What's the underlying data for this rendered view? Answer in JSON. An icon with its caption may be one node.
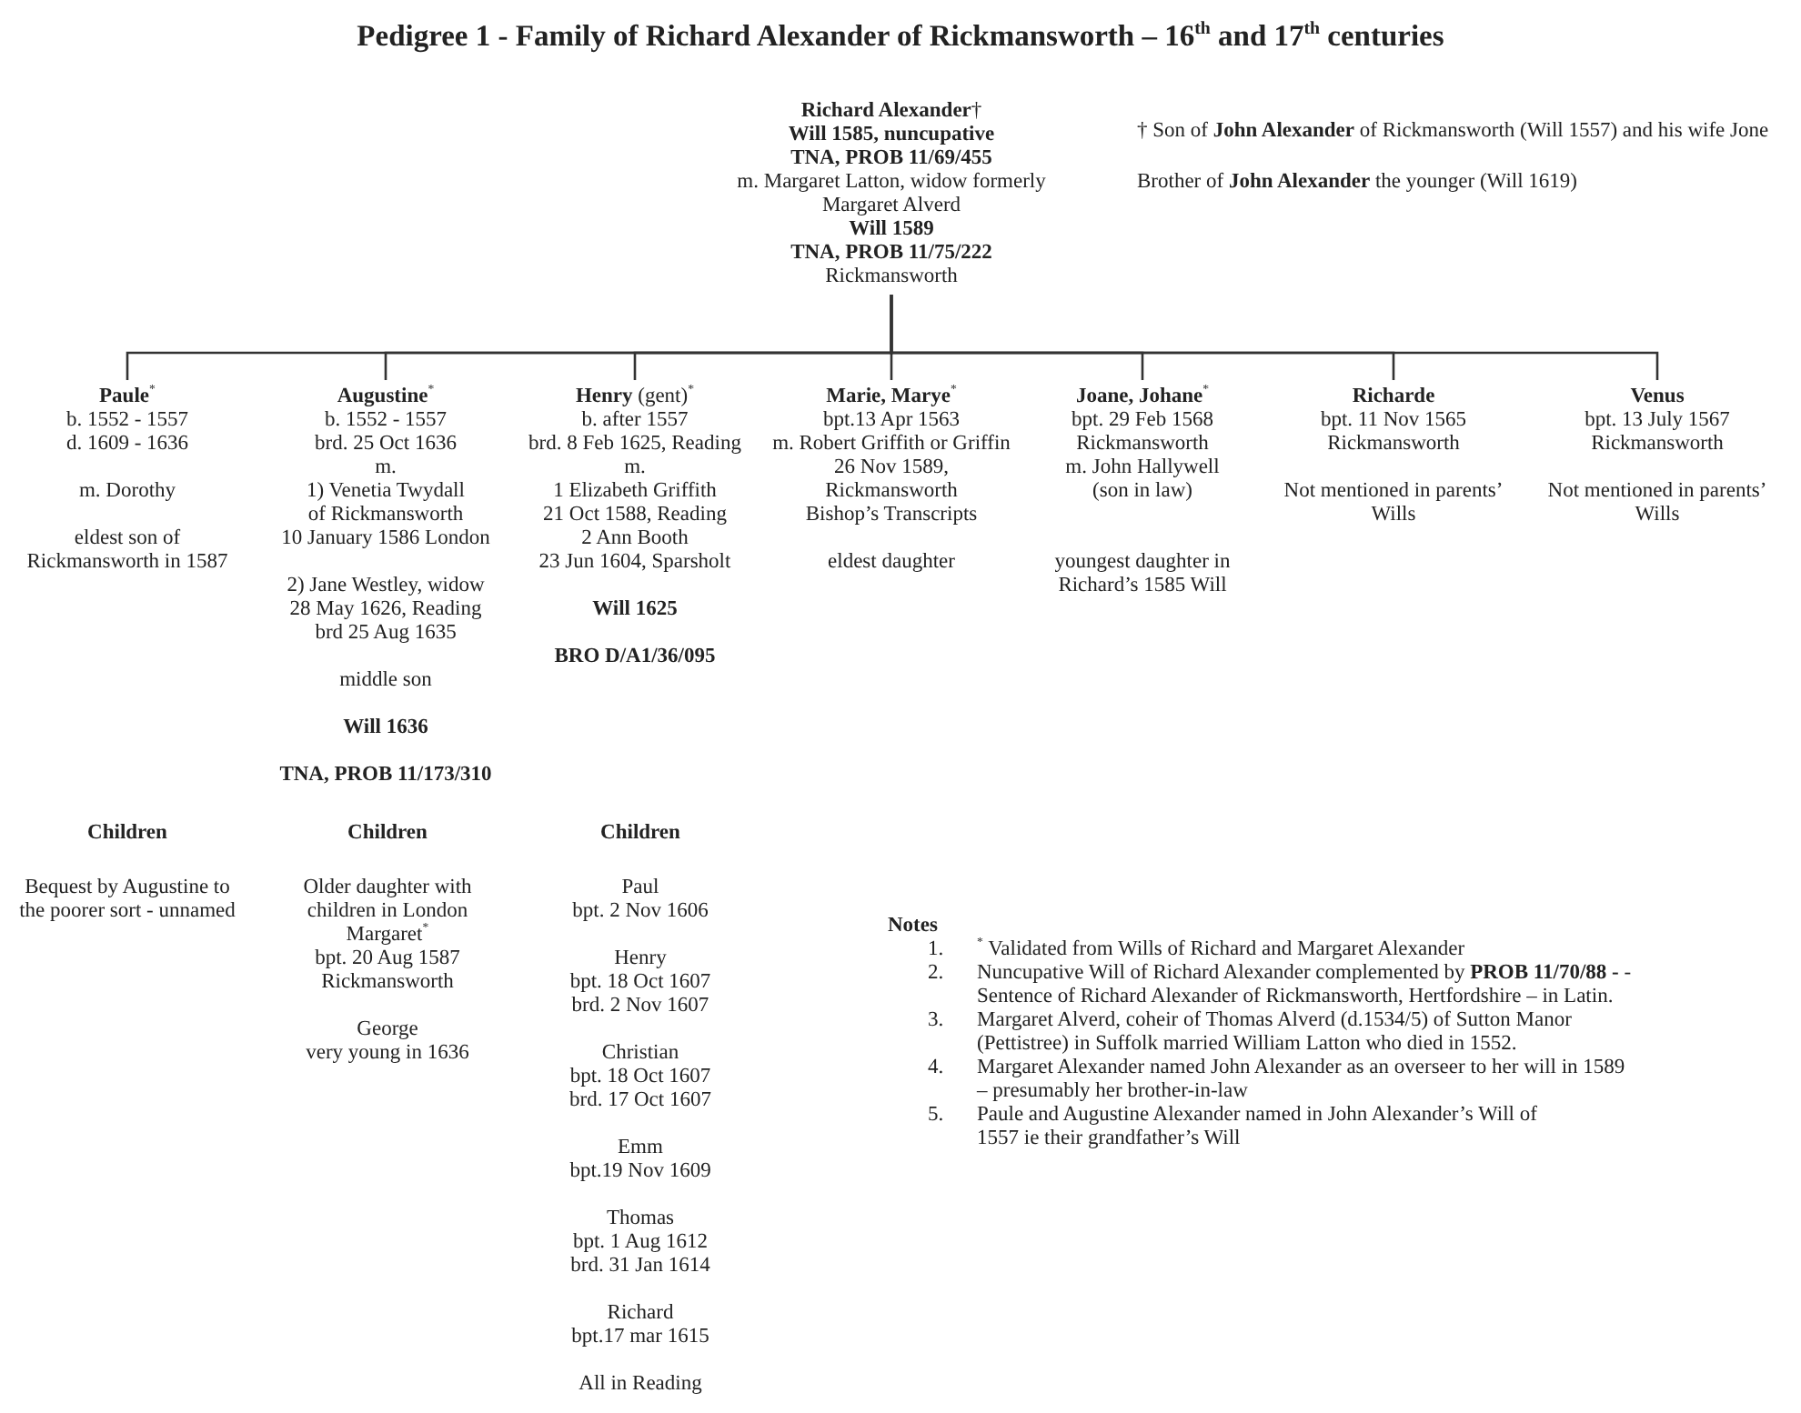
{
  "diagram": {
    "title": "Pedigree 1 - Family of Richard Alexander of Rickmansworth – 16$^{th}$ and 17$^{th}$ centuries",
    "nodes": [
      {
        "text": [
          "**Richard Alexander**†",
          "Will 1585, nuncupative",
          "TNA, PROB 11/69/455",
          "m. Margaret Latton, widow formerly Margaret Alverd",
          "Will 1589",
          "TNA, PROB 11/75/222",
          "Rickmansworth"
        ]
      },
      {
        "text": [
          "**Paule**$^{*}$",
          "b. 1552 - 1557",
          "d. 1609 - 1636",
          "m. Dorothy",
          "eldest son of Rickmansworth in 1587"
        ],
        "beside": [
          "Children",
          "Bequest by Augustine to the poorer sort - unnamed"
        ]
      },
      {
        "text": [
          "**Augustine**$^{*}$",
          "b. 1552 - 1557",
          "brd. 25 Oct 1636",
          "m.",
          "1) Venetia Twydall",
          "of Rickmansworth",
          "10 January 1586 London",
          "2) Jane Westley, widow",
          "28 May 1626, Reading",
          "brd 25 Aug 1635",
          "middle son",
          "Will 1636",
          "TNA, PROB 11/173/310"
        ],
        "beside": [
          "Children",
          "Older daughter with children in London",
          "Margaret$^{*}$",
          "bpt. 20 Aug 1587",
          "Rickmansworth",
          "George",
          "very young in 1636"
        ]
      },
      {
        "text": [
          "**Henry** (gent)$^{*}$",
          "b. after 1557",
          "brd. 8 Feb 1625, Reading",
          "m.",
          "1 Elizabeth Griffith",
          "21 Oct 1588, Reading",
          "2 Ann Booth",
          "23 Jun 1604, Sparsholt",
          "Will 1625",
          "BRO D/A1/36/095"
        ],
        "beside": [
          "Children",
          "Paul",
          "bpt. 2 Nov 1606",
          "Henry",
          "bpt. 18 Oct 1607",
          "brd. 2 Nov 1607",
          "Christian",
          "bpt. 18 Oct 1607",
          "brd. 17 Oct 1607",
          "Emm",
          "bpt.19 Nov 1609",
          "Thomas",
          "bpt. 1 Aug 1612",
          "brd. 31 Jan 1614",
          "Richard",
          "bpt.17 mar 1615",
          "All in Reading"
        ]
      },
      {
        "text": [
          "**Marie, Marye**$^{*}$",
          "bpt.13 Apr 1563",
          "m. Robert Griffith or Griffin",
          "26 Nov 1589,",
          "Rickmansworth",
          "Bishop’s Transcripts",
          "eldest daughter"
        ]
      },
      {
        "text": [
          "**Joane, Johane**$^{*}$",
          "bpt. 29 Feb 1568",
          "Rickmansworth",
          "m. John Hallywell",
          "(son in law)",
          "youngest daughter in Richard’s 1585 Will"
        ]
      },
      {
        "text": [
          "Richarde",
          "bpt. 11 Nov 1565",
          "Rickmansworth",
          "Not mentioned in parents’ Wills"
        ]
      },
      {
        "text": [
          "Venus",
          "bpt. 13 July 1567",
          "Rickmansworth",
          "Not mentioned in parents’ Wills"
        ]
      }
    ],
    "edges": [
      {
        "from": 0,
        "to": 1,
        "arrow": "none"
      },
      {
        "from": 0,
        "to": 2,
        "arrow": "none"
      },
      {
        "from": 0,
        "to": 3,
        "arrow": "none"
      },
      {
        "from": 0,
        "to": 4,
        "arrow": "none"
      },
      {
        "from": 0,
        "to": 5,
        "arrow": "none"
      },
      {
        "from": 0,
        "to": 6,
        "arrow": "none"
      },
      {
        "from": 0,
        "to": 7,
        "arrow": "none"
      }
    ],
    "labels": [
      "† Son of **John Alexander** of Rickmansworth (Will 1557) and his wife Jone",
      "Brother of **John Alexander** the younger (Will 1619)",
      "Notes",
      "1.",
      "$^{*}$ Validated from Wills of Richard and Margaret Alexander",
      "2.",
      "Nuncupative Will of Richard Alexander complemented by **PROB 11/70/88 -** - Sentence of Richard Alexander of Rickmansworth, Hertfordshire – in Latin.",
      "3.",
      "Margaret Alverd, coheir of Thomas Alverd (d.1534/5) of Sutton Manor (Pettistree) in Suffolk married William Latton who died in 1552.",
      "4.",
      "Margaret Alexander named John Alexander as an overseer to her will in 1589 – presumably her brother-in-law",
      "5.",
      "Paule and Augustine Alexander named in John Alexander’s Will of 1557 ie their grandfather’s Will"
    ]
  }
}
